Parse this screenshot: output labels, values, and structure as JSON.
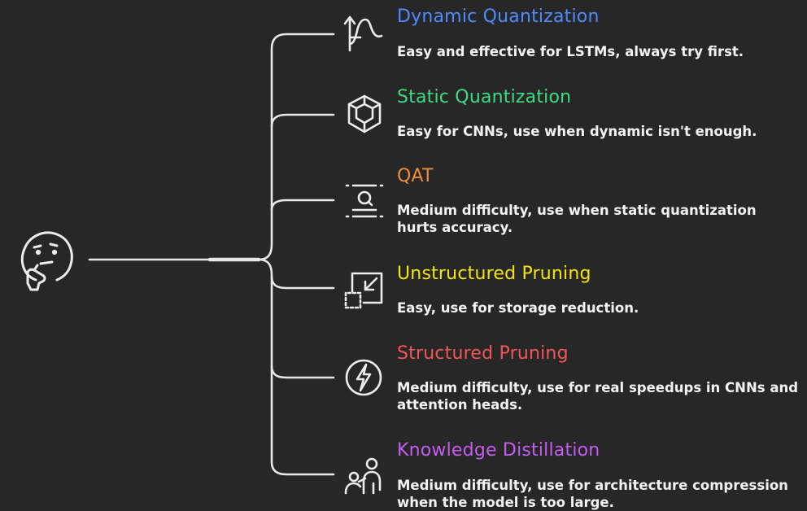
{
  "colors": {
    "background": "#272727",
    "lines": "#e8e8e8",
    "text": "#f2f2f2"
  },
  "center": {
    "icon": "thinking-face-icon"
  },
  "branches": [
    {
      "title": "Dynamic Quantization",
      "description": "Easy and effective for LSTMs, always try first.",
      "color": "#4f8bff",
      "icon": "function-graph-icon"
    },
    {
      "title": "Static Quantization",
      "description": "Easy for CNNs, use when dynamic isn't enough.",
      "color": "#3ddc84",
      "icon": "cube-icon"
    },
    {
      "title": "QAT",
      "description": "Medium difficulty, use when static quantization hurts accuracy.",
      "color": "#f08c3a",
      "icon": "inspect-range-icon"
    },
    {
      "title": "Unstructured Pruning",
      "description": "Easy, use for storage reduction.",
      "color": "#f5e50a",
      "icon": "shrink-arrow-icon"
    },
    {
      "title": "Structured Pruning",
      "description": "Medium difficulty, use for real speedups in CNNs and attention heads.",
      "color": "#f25555",
      "icon": "lightning-circle-icon"
    },
    {
      "title": "Knowledge Distillation",
      "description": "Medium difficulty, use for architecture compression when the model is too large.",
      "color": "#c45cf0",
      "icon": "teacher-student-icon"
    }
  ]
}
